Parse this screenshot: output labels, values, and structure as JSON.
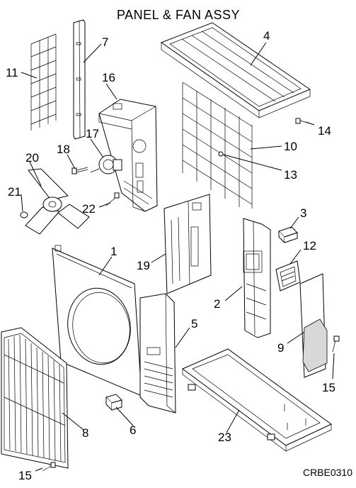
{
  "title": "PANEL & FAN ASSY",
  "drawing_code": "CRBE0310",
  "callouts": {
    "c1": "1",
    "c2": "2",
    "c3": "3",
    "c4": "4",
    "c5": "5",
    "c6": "6",
    "c7": "7",
    "c8": "8",
    "c9": "9",
    "c10": "10",
    "c11": "11",
    "c12": "12",
    "c13": "13",
    "c14": "14",
    "c15a": "15",
    "c15b": "15",
    "c16": "16",
    "c17": "17",
    "c18": "18",
    "c19": "19",
    "c20": "20",
    "c21": "21",
    "c22": "22",
    "c23": "23"
  }
}
